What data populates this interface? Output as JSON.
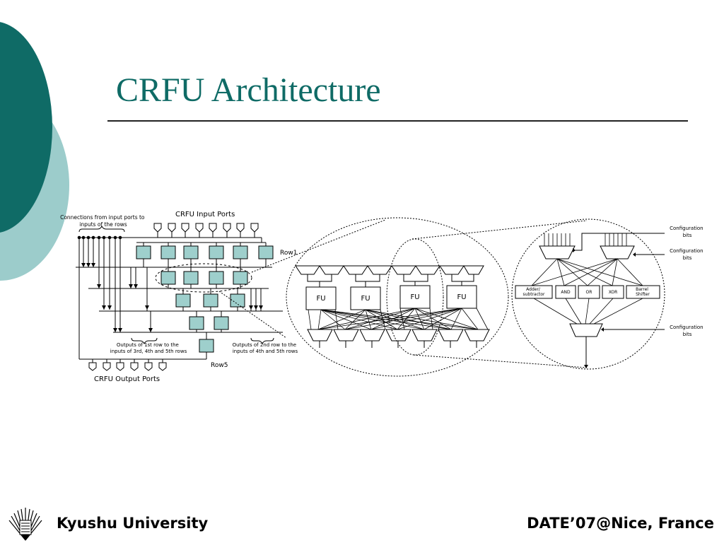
{
  "slide": {
    "title": "CRFU Architecture",
    "footer_left": "Kyushu University",
    "footer_right": "DATE’07@Nice, France"
  },
  "colors": {
    "title": "#0f6b66",
    "dark_teal": "#0f6b66",
    "light_teal": "#9ccccb",
    "cell_fill": "#9ecfcc"
  },
  "icons": {
    "logo": "kyushu-university-emblem-icon"
  },
  "diagram": {
    "crfu": {
      "input_ports_label": "CRFU Input Ports",
      "output_ports_label": "CRFU Output Ports",
      "connections_note": [
        "Connections from input ports to",
        "inputs of the rows"
      ],
      "row1_label": "Row1",
      "row5_label": "Row5",
      "note_row1": [
        "Outputs of 1st  row to the",
        "inputs of 3rd, 4th and 5th rows"
      ],
      "note_row2": [
        "Outputs of 2nd row to the",
        "inputs of 4th and 5th rows"
      ]
    },
    "fu": {
      "labels": [
        "FU",
        "FU",
        "FU",
        "FU"
      ]
    },
    "alu": {
      "ops": [
        "Adder/\nsubtractor",
        "AND",
        "OR",
        "XOR",
        "Barrel\nShifter"
      ],
      "config_labels": [
        "Configuration\nbits",
        "Configuration\nbits",
        "Configuration\nbits"
      ]
    }
  }
}
